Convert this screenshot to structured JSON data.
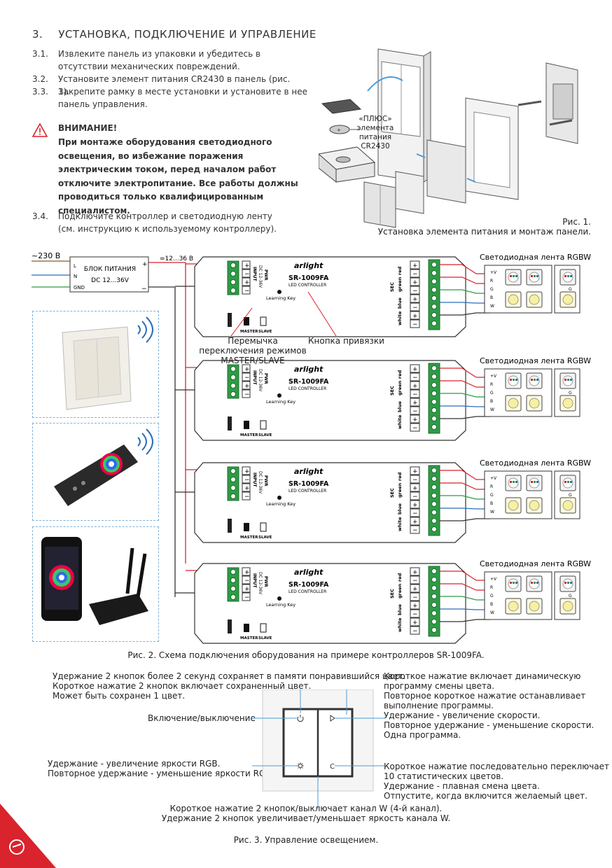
{
  "section": {
    "number": "3.",
    "title": "УСТАНОВКА, ПОДКЛЮЧЕНИЕ И УПРАВЛЕНИЕ"
  },
  "steps": [
    {
      "n": "3.1.",
      "text": "Извлеките панель из упаковки и убедитесь в отсутствии механических повреждений."
    },
    {
      "n": "3.2.",
      "text": "Установите элемент питания CR2430 в панель (рис. 1)."
    },
    {
      "n": "3.3.",
      "text": "Закрепите рамку в месте установки и установите в нее панель управления."
    }
  ],
  "warning": {
    "title": "ВНИМАНИЕ!",
    "text": "При монтаже оборудования светодиодного освещения, во избежание поражения электрическим током, перед началом работ отключите электропитание. Все работы должны проводиться только квалифицированным специалистом."
  },
  "step4": {
    "n": "3.4.",
    "text": "Подключите контроллер и светодиодную ленту (см. инструкцию к используемому контроллеру)."
  },
  "fig1": {
    "battery_label": "«ПЛЮС» элемента питания CR2430",
    "caption_1": "Рис. 1.",
    "caption_2": "Установка элемента питания и монтаж панели."
  },
  "fig2": {
    "mains": "~230 В",
    "voltage": "=12...36 В",
    "psu_title": "БЛОК ПИТАНИЯ",
    "psu_range": "DC 12...36V",
    "psu_pins": {
      "l": "L",
      "n": "N",
      "gnd": "GND",
      "plus": "+",
      "minus": "−"
    },
    "controller": {
      "brand": "arlight",
      "model": "SR-1009FA",
      "subtitle": "LED CONTROLLER",
      "learning_key": "Learning Key",
      "input": "INPUT",
      "input_range": "DC 12-36V",
      "pwr": "PWR",
      "master": "MASTER",
      "slave": "SLAVE",
      "sec": "SEC",
      "channels": [
        "red",
        "green",
        "blue",
        "white"
      ]
    },
    "strip_label": "Светодиодная лента RGBW",
    "strip_pins": [
      "+V",
      "R",
      "G",
      "B",
      "W"
    ],
    "annotation_jumper": "Перемычка переключения режимов MASTER/SLAVE",
    "annotation_key": "Кнопка привязки",
    "caption": "Рис. 2. Схема подключения оборудования на примере контроллеров SR-1009FA."
  },
  "fig3": {
    "top_left": [
      "Удержание 2 кнопок более 2 секунд сохраняет в памяти понравившийся цвет.",
      "Короткое нажатие 2 кнопок включает сохраненный цвет.",
      "Может быть сохранен 1 цвет."
    ],
    "on_off": "Включение/выключение",
    "bottom_left": [
      "Удержание - увеличение яркости RGB.",
      "Повторное удержание - уменьшение яркости RGB."
    ],
    "top_right": [
      "Короткое нажатие включает динамическую",
      "программу смены цвета.",
      "Повторное короткое нажатие останавливает",
      "выполнение программы.",
      "Удержание - увеличение скорости.",
      "Повторное удержание - уменьшение скорости.",
      "Одна программа."
    ],
    "bottom_right": [
      "Короткое нажатие последовательно переключает",
      "10 статистических цветов.",
      "Удержание - плавная смена цвета.",
      "Отпустите, когда включится желаемый цвет."
    ],
    "bottom_center": [
      "Короткое нажатие 2 кнопок/выключает канал W (4-й канал).",
      "Удержание 2 кнопок увеличивает/уменьшает яркость канала W."
    ],
    "caption": "Рис. 3. Управление освещением."
  },
  "colors": {
    "accent": "#d9232d",
    "wire_red": "#d9232d",
    "wire_blue": "#2a6fb8",
    "wire_green": "#2e9b45",
    "wire_brown": "#8b5a2b",
    "box": "#333333",
    "terminal": "#2e9b45"
  }
}
